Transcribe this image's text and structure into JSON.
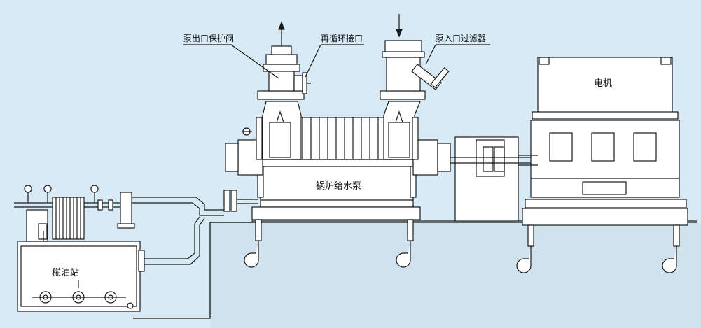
{
  "labels": {
    "pump_outlet_valve": "泵出口保护阀",
    "recirculation_port": "再循环接口",
    "pump_inlet_filter": "泵入口过滤器",
    "motor": "电机",
    "boiler_feed_pump": "锅炉给水泵",
    "lube_oil_station": "稀油站"
  },
  "colors": {
    "background": "#d8eaf5",
    "line": "#1a1a1a",
    "equipment_fill": "#ffffff",
    "ground_fill": "#cfe2ee"
  }
}
